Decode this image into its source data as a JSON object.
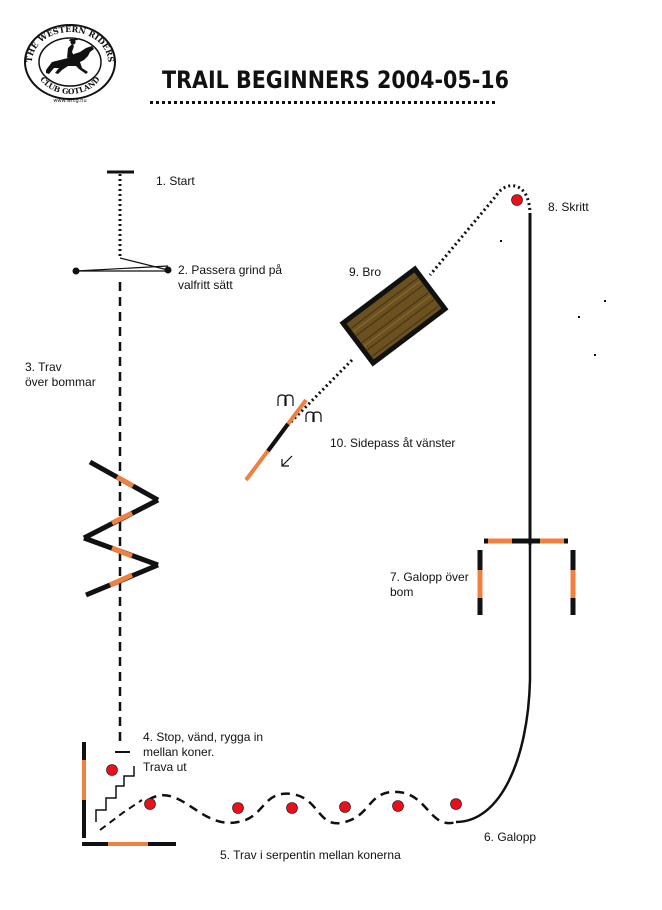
{
  "logo": {
    "top_text": "THE WESTERN RIDERS",
    "bottom_text": "CLUB GOTLAND",
    "url_text": "www.wrcg.nu"
  },
  "title": "TRAIL BEGINNERS 2004-05-16",
  "stations": [
    {
      "id": "start",
      "label": "1. Start"
    },
    {
      "id": "gate",
      "label": "2. Passera grind på\nvalfritt sätt"
    },
    {
      "id": "trot-poles",
      "label": "3. Trav\növer bommar"
    },
    {
      "id": "stop-back",
      "label": "4. Stop, vänd, rygga in\nmellan koner.\nTrava ut"
    },
    {
      "id": "serpentine",
      "label": "5. Trav i serpentin mellan konerna"
    },
    {
      "id": "lope",
      "label": "6. Galopp"
    },
    {
      "id": "lope-pole",
      "label": "7. Galopp över\nbom"
    },
    {
      "id": "walk",
      "label": "8. Skritt"
    },
    {
      "id": "bridge",
      "label": "9. Bro"
    },
    {
      "id": "sidepass",
      "label": "10. Sidepass åt vänster"
    }
  ],
  "colors": {
    "pole_orange": "#f08040",
    "cone_red": "#e8101a",
    "line": "#111111",
    "bridge_fill": "#6b5020"
  }
}
